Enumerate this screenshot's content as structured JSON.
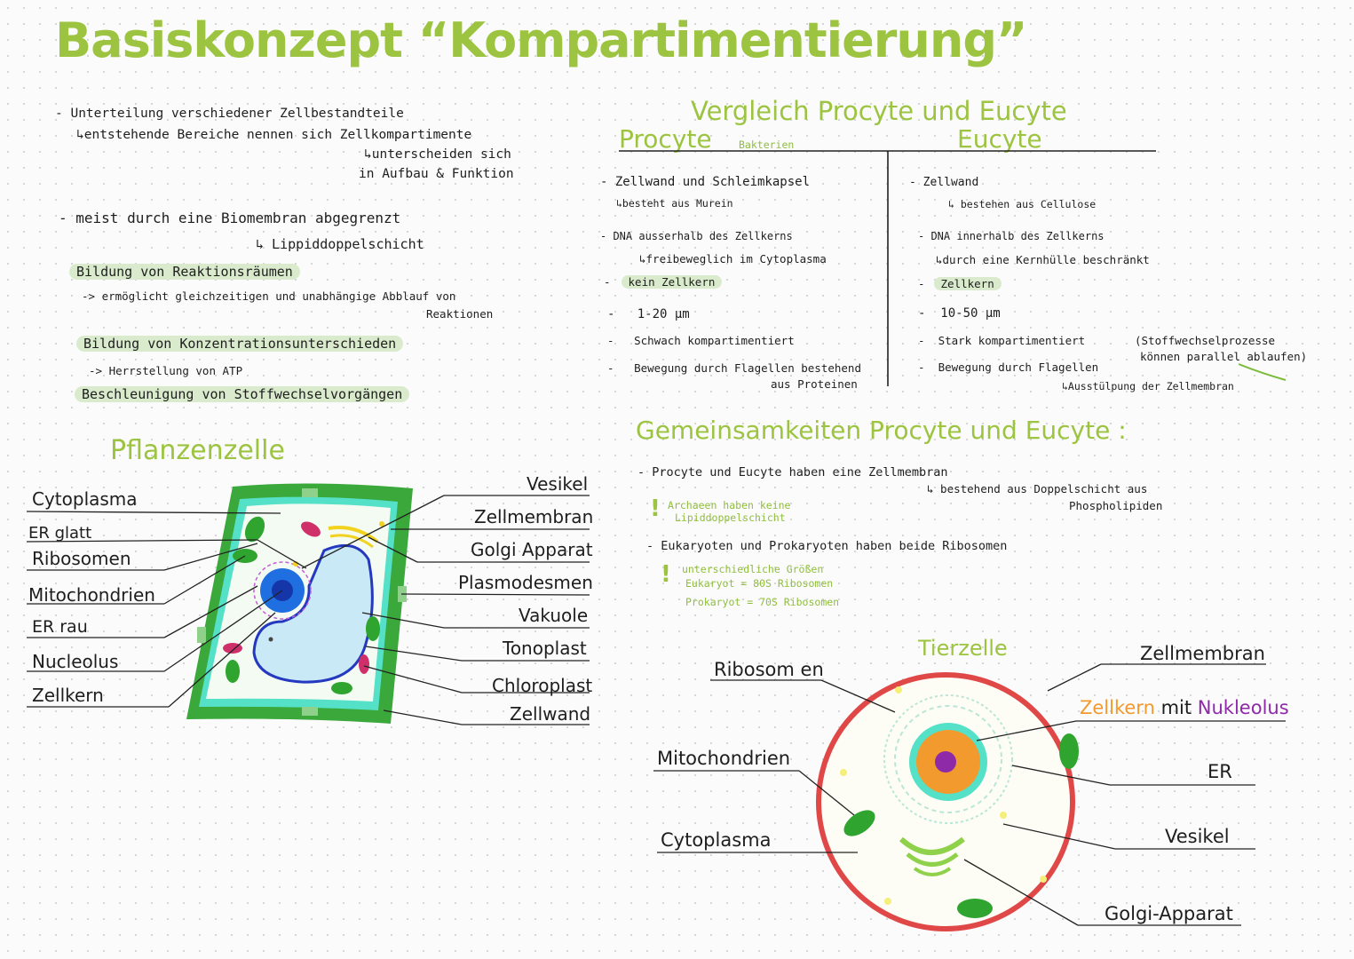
{
  "title": "Basiskonzept “Kompartimentierung”",
  "left_notes": {
    "line1": "- Unterteilung verschiedener Zellbestandteile",
    "line2": "↳entstehende Bereiche nennen sich Zellkompartimente",
    "line3": "↳unterscheiden sich",
    "line4": "in Aufbau & Funktion",
    "line5": "- meist durch eine Biomembran abgegrenzt",
    "line6": "↳ Lippiddoppelschicht",
    "hl1": "Bildung von Reaktionsräumen",
    "line7": "-> ermöglicht gleichzeitigen und unabhängige Abblauf von",
    "line8": "Reaktionen",
    "hl2": "Bildung von Konzentrationsunterschieden",
    "line9": "-> Herrstellung von ATP",
    "hl3": "Beschleunigung von Stoffwechselvorgängen"
  },
  "plant": {
    "heading": "Pflanzenzelle",
    "left_labels": [
      "Cytoplasma",
      "ER glatt",
      "Ribosomen",
      "Mitochondrien",
      "ER rau",
      "Nucleolus",
      "Zellkern"
    ],
    "right_labels": [
      "Vesikel",
      "Zellmembran",
      "Golgi Apparat",
      "Plasmodesmen",
      "Vakuole",
      "Tonoplast",
      "Chloroplast",
      "Zellwand"
    ]
  },
  "compare": {
    "heading": "Vergleich Procyte und Eucyte",
    "col1": "Procyte",
    "col1_sub": "Bakterien",
    "col2": "Eucyte",
    "procyte": [
      "- Zellwand und Schleimkapsel",
      "↳besteht aus Murein",
      "- DNA ausserhalb des Zellkerns",
      "↳freibeweglich im Cytoplasma",
      "kein Zellkern",
      "1-20 μm",
      "Schwach kompartimentiert",
      "Bewegung durch Flagellen bestehend",
      "aus Proteinen"
    ],
    "eucyte": [
      "- Zellwand",
      "↳ bestehen aus Cellulose",
      "- DNA innerhalb des Zellkerns",
      "↳durch eine Kernhülle beschränkt",
      "Zellkern",
      "10-50 μm",
      "Stark kompartimentiert",
      "(Stoffwechselprozesse",
      "können parallel ablaufen)",
      "Bewegung durch Flagellen",
      "↳Ausstülpung der Zellmembran"
    ]
  },
  "common": {
    "heading": "Gemeinsamkeiten Procyte und Eucyte :",
    "p1": "- Procyte und Eucyte haben eine Zellmembran",
    "p1b": "↳ bestehend aus Doppelschicht aus",
    "p1c": "Phospholipiden",
    "n1a": "Archaeen haben keine",
    "n1b": "Lipiddoppelschicht",
    "p2": "- Eukaryoten und Prokaryoten haben beide Ribosomen",
    "n2a": "unterschiedliche Größen",
    "n2b": "Eukaryot = 80S Ribosomen",
    "n2c": "Prokaryot = 70S Ribosomen",
    "excl": "!"
  },
  "animal": {
    "heading": "Tierzelle",
    "ribosomen": "Ribosom en",
    "mitochondrien": "Mitochondrien",
    "cytoplasma": "Cytoplasma",
    "zellmembran": "Zellmembran",
    "zellkern": "Zellkern",
    "mit": " mit ",
    "nukleolus": "Nukleolus",
    "er": "ER",
    "vesikel": "Vesikel",
    "golgi": "Golgi-Apparat"
  },
  "colors": {
    "accent_green": "#9cc440",
    "highlight": "#d9ebcc",
    "cell_wall": "#3aa83a",
    "membrane_cyan": "#55e0c8",
    "nucleus_orange": "#f39a2e",
    "nucleolus_purple": "#8e2aa8",
    "animal_membrane": "#e04848"
  }
}
